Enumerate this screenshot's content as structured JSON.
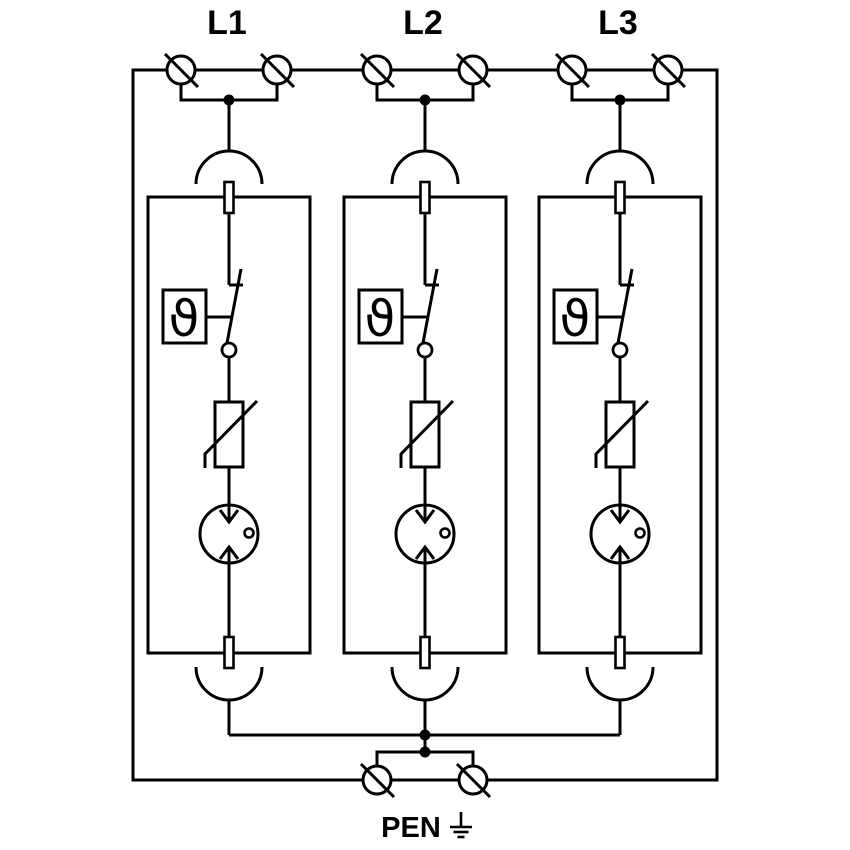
{
  "labels": {
    "phases": [
      "L1",
      "L2",
      "L3"
    ],
    "pen": "PEN"
  },
  "symbols": {
    "thermal": "ϑ"
  },
  "colors": {
    "line": "#000000",
    "background": "#ffffff"
  },
  "icons": [
    "screw-terminal-icon",
    "plug-socket-icon",
    "blade-contact-icon",
    "thermal-disconnector-icon",
    "disconnect-switch-icon",
    "varistor-icon",
    "spark-gap-icon",
    "trigger-electrode-icon",
    "junction-dot",
    "earth-icon"
  ]
}
